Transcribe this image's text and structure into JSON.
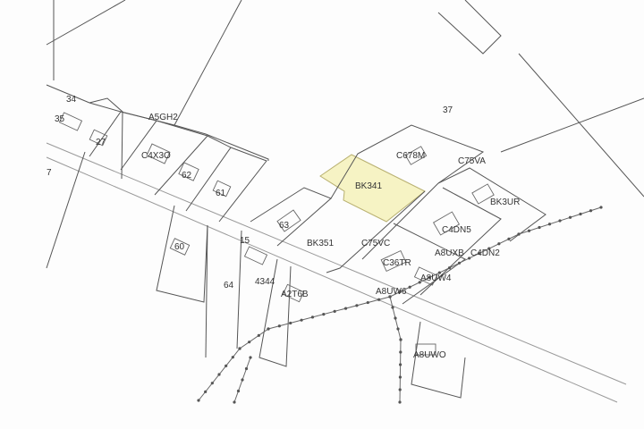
{
  "highlight_color": "#f6f3c4",
  "parcels": [
    {
      "id": "34"
    },
    {
      "id": "35"
    },
    {
      "id": "27"
    },
    {
      "id": "A5GH2"
    },
    {
      "id": "C4X3O"
    },
    {
      "id": "62"
    },
    {
      "id": "61"
    },
    {
      "id": "37"
    },
    {
      "id": "C678M"
    },
    {
      "id": "C75VA"
    },
    {
      "id": "BK341"
    },
    {
      "id": "BK3UR"
    },
    {
      "id": "63"
    },
    {
      "id": "BK351"
    },
    {
      "id": "C4DN5"
    },
    {
      "id": "C75VC"
    },
    {
      "id": "A8UXB"
    },
    {
      "id": "C4DN2"
    },
    {
      "id": "C36TR"
    },
    {
      "id": "A8UW4"
    },
    {
      "id": "60"
    },
    {
      "id": "15"
    },
    {
      "id": "64"
    },
    {
      "id": "4344"
    },
    {
      "id": "A2T6B"
    },
    {
      "id": "A8UW6"
    },
    {
      "id": "A8UWO"
    },
    {
      "id": "7"
    }
  ],
  "selected_parcel": "BK341"
}
